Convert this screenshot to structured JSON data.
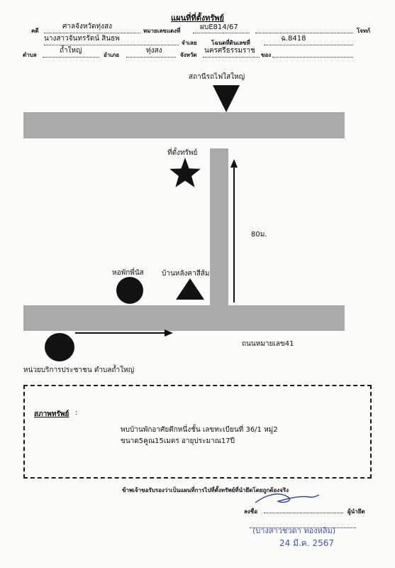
{
  "header": {
    "title": "แผนที่ที่ตั้งทรัพย์",
    "row1": {
      "case_label": "คดี",
      "court": "ศาลจังหวัดทุ่งสง",
      "black_case_label": "หมายเลขแดงที่",
      "black_case_no": "ผบE814/67",
      "plaintiff_label": "โจทก์"
    },
    "row2": {
      "defendant": "นางสาวจันทรรัตน์ สินธพ",
      "defendant_label": "จำเลย",
      "deed_label": "โฉนดที่ดินเลขที่",
      "deed_no": "ฉ.8418"
    },
    "row3": {
      "tambon_label": "ตำบล",
      "tambon": "ถ้ำใหญ่",
      "amphoe_label": "อำเภอ",
      "amphoe": "ทุ่งสง",
      "province_label": "จังหวัด",
      "province": "นครศรีธรรมราช",
      "of_label": "ของ"
    }
  },
  "map": {
    "station_label": "สถานีรถไฟใสใหญ่",
    "property_label": "ที่ตั้งทรัพย์",
    "distance_label": "80ม.",
    "dorm_label": "หอพักพี่นัส",
    "orange_roof_label": "บ้านหลังคาสีส้ม",
    "road_label": "ถนนหมายเลข41",
    "service_unit_label": "หน่วยบริการประชาชน ตำบลถ้ำใหญ่"
  },
  "condition": {
    "title": "สภาพทรัพย์",
    "colon": ":",
    "line1": "พบบ้านพักอาศัยตึกหนึ่งชั้น เลขทะเบียนที่ 36/1 หมู่2",
    "line2": "ขนาด5คูณ15เมตร อายุประมาณ17ปี"
  },
  "certification": {
    "statement": "ข้าพเจ้าขอรับรองว่าเป็นแผนที่การไปที่ตั้งทรัพย์ที่นำยึดโดยถูกต้องจริง",
    "sign_label": "ลงชื่อ",
    "role_label": "ผู้นำยึด",
    "signer_name": "(บางสาวชวดา ทองหลิม)",
    "date": "24 มี.ค. 2567"
  },
  "colors": {
    "road": "#aaaaaa",
    "ink": "#121212",
    "stamp": "#3857b8"
  }
}
